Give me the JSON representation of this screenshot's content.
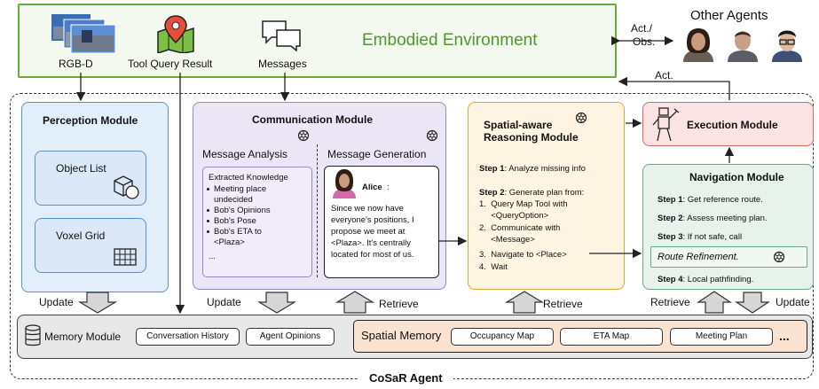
{
  "env": {
    "title": "Embodied Environment",
    "inputs": [
      "RGB-D",
      "Tool Query Result",
      "Messages"
    ],
    "act_obs": [
      "Act./",
      "Obs."
    ],
    "act": "Act."
  },
  "other_agents": "Other Agents",
  "agent_label": "CoSaR Agent",
  "perception": {
    "title": "Perception Module",
    "object_list": "Object List",
    "voxel_grid": "Voxel Grid",
    "update": "Update"
  },
  "communication": {
    "title": "Communication Module",
    "analysis_title": "Message Analysis",
    "generation_title": "Message Generation",
    "extracted_title": "Extracted Knowledge",
    "extracted_items": [
      "Meeting place",
      "undecided",
      "Bob's Opinions",
      "Bob's Pose",
      "Bob's ETA to",
      "<Plaza>",
      "..."
    ],
    "speaker": "Alice",
    "colon": ":",
    "message_lines": [
      "Since we now have",
      "everyone's positions, I",
      "propose we meet at",
      "<Plaza>. It's centrally",
      "located for most of us."
    ],
    "update": "Update",
    "retrieve": "Retrieve"
  },
  "reasoning": {
    "title_line1": "Spatial-aware",
    "title_line2": "Reasoning Module",
    "step1_label": "Step 1",
    "step1_text": ": Analyze missing info",
    "step2_label": "Step 2",
    "step2_text": ": Generate plan from:",
    "plan_lines": [
      "1.  Query Map Tool with",
      "     <QueryOption>",
      "2.  Communicate with",
      "     <Message>",
      "3.  Navigate to <Place>",
      "4.  Wait"
    ],
    "retrieve": "Retrieve"
  },
  "execution": {
    "title": "Execution Module"
  },
  "navigation": {
    "title": "Navigation Module",
    "steps": [
      {
        "label": "Step 1",
        "text": ": Get reference route."
      },
      {
        "label": "Step 2",
        "text": ": Assess meeting plan."
      },
      {
        "label": "Step 3",
        "text": ": If not safe, call"
      },
      {
        "label": "Step 4",
        "text": ": Local pathfinding."
      }
    ],
    "refinement": "Route Refinement.",
    "retrieve": "Retrieve",
    "update": "Update"
  },
  "memory": {
    "title": "Memory Module",
    "items": [
      "Conversation History",
      "Agent Opinions"
    ],
    "spatial_title": "Spatial Memory",
    "spatial_items": [
      "Occupancy Map",
      "ETA Map",
      "Meeting Plan"
    ],
    "ellipsis": "..."
  },
  "colors": {
    "env_border": "#6aaa3a",
    "env_text": "#4e9a2a",
    "perception_bg": "#e3eefb",
    "communication_bg": "#ebe6f6",
    "reasoning_bg": "#fff5e2",
    "execution_bg": "#fbe3e3",
    "navigation_bg": "#e6f2ea",
    "memory_bg": "#e8e8e8",
    "spatial_bg": "#fbe3d2"
  }
}
